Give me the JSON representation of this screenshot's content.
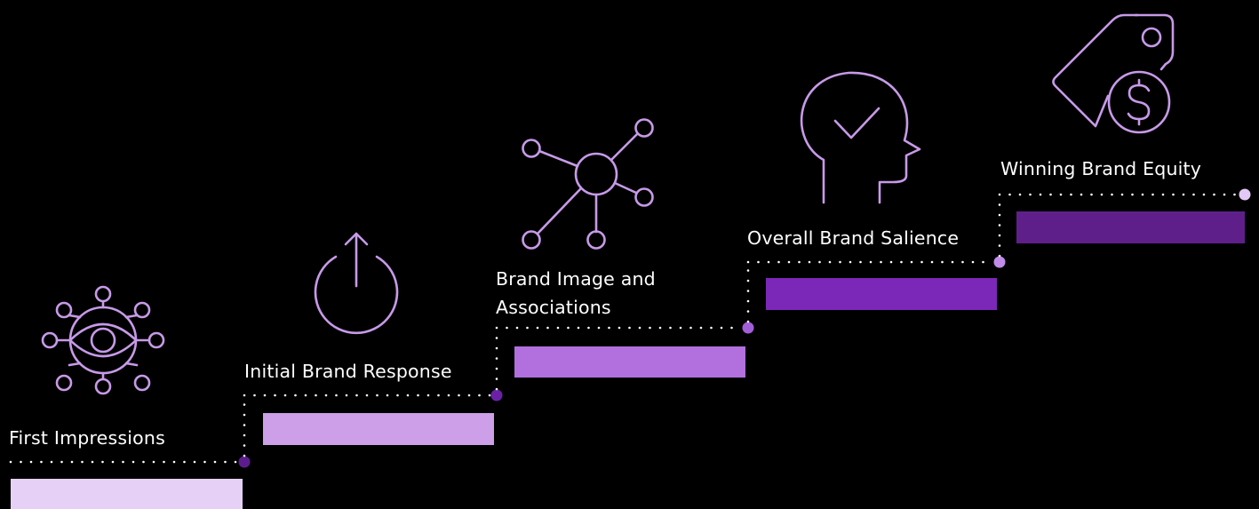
{
  "steps": [
    {
      "label": "First Impressions",
      "icon": "eye-network-icon",
      "bar_color": "#e6d0f5",
      "node_color": "#5b1d8c"
    },
    {
      "label": "Initial Brand Response",
      "icon": "power-arrow-icon",
      "bar_color": "#cc9fe8",
      "node_color": "#6a21a6"
    },
    {
      "label_lines": [
        "Brand Image and",
        "Associations"
      ],
      "icon": "network-nodes-icon",
      "bar_color": "#b170dd",
      "node_color": "#a25ed8"
    },
    {
      "label": "Overall Brand Salience",
      "icon": "head-check-icon",
      "bar_color": "#7b27b7",
      "node_color": "#c08ce8"
    },
    {
      "label": "Winning Brand Equity",
      "icon": "price-tag-dollar-icon",
      "bar_color": "#5e1f8a",
      "node_color": "#e3c9f5"
    }
  ],
  "colors": {
    "background": "#000000",
    "icon_stroke": "#c79ae8",
    "dotted_line": "#ffffff",
    "text": "#ffffff"
  }
}
